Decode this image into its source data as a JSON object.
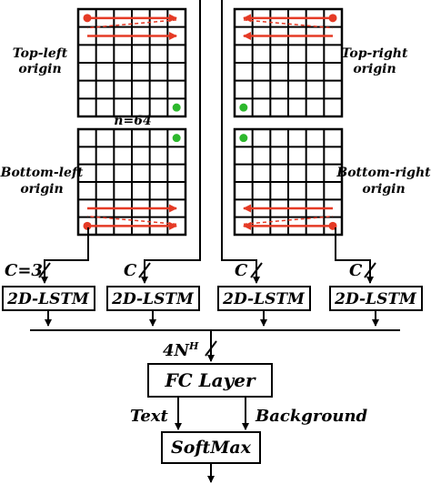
{
  "grids": [
    {
      "id": "tl",
      "label_line1": "Top-left",
      "label_line2": "origin"
    },
    {
      "id": "tr",
      "label_line1": "Top-right",
      "label_line2": "origin"
    },
    {
      "id": "bl",
      "label_line1": "Bottom-left",
      "label_line2": "origin"
    },
    {
      "id": "br",
      "label_line1": "Bottom-right",
      "label_line2": "origin"
    }
  ],
  "grid_size_label": "n=64",
  "channel_labels": [
    "C=3",
    "C",
    "C",
    "C"
  ],
  "lstm_labels": [
    "2D-LSTM",
    "2D-LSTM",
    "2D-LSTM",
    "2D-LSTM"
  ],
  "merge_label": "4N",
  "merge_label_sup": "H",
  "fc_label": "FC Layer",
  "output_left_label": "Text",
  "output_right_label": "Background",
  "softmax_label": "SoftMax",
  "colors": {
    "arrow": "#e53a25",
    "start_dot": "#e53a25",
    "end_dot": "#2db82d",
    "line": "#000000"
  }
}
